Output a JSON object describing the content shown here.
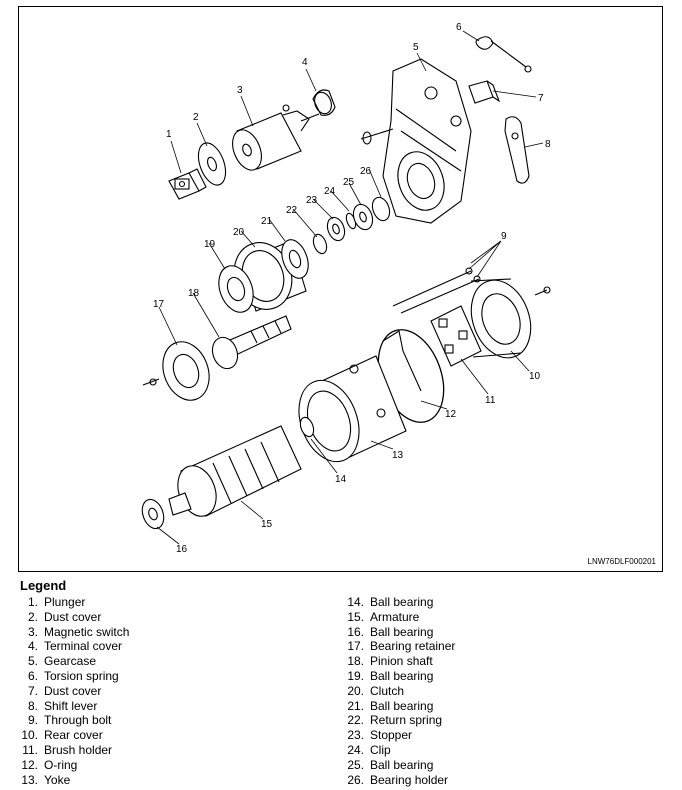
{
  "figure": {
    "reference_code": "LNW76DLF000201",
    "callouts": [
      "1",
      "2",
      "3",
      "4",
      "5",
      "6",
      "7",
      "8",
      "9",
      "10",
      "11",
      "12",
      "13",
      "14",
      "15",
      "16",
      "17",
      "18",
      "19",
      "20",
      "21",
      "22",
      "23",
      "24",
      "25",
      "26"
    ]
  },
  "legend": {
    "title": "Legend",
    "items": [
      {
        "num": "1.",
        "label": "Plunger"
      },
      {
        "num": "2.",
        "label": "Dust cover"
      },
      {
        "num": "3.",
        "label": "Magnetic switch"
      },
      {
        "num": "4.",
        "label": "Terminal cover"
      },
      {
        "num": "5.",
        "label": "Gearcase"
      },
      {
        "num": "6.",
        "label": "Torsion spring"
      },
      {
        "num": "7.",
        "label": "Dust cover"
      },
      {
        "num": "8.",
        "label": "Shift lever"
      },
      {
        "num": "9.",
        "label": "Through bolt"
      },
      {
        "num": "10.",
        "label": "Rear cover"
      },
      {
        "num": "11.",
        "label": "Brush holder"
      },
      {
        "num": "12.",
        "label": "O-ring"
      },
      {
        "num": "13.",
        "label": "Yoke"
      },
      {
        "num": "14.",
        "label": "Ball bearing"
      },
      {
        "num": "15.",
        "label": "Armature"
      },
      {
        "num": "16.",
        "label": "Ball bearing"
      },
      {
        "num": "17.",
        "label": "Bearing retainer"
      },
      {
        "num": "18.",
        "label": "Pinion shaft"
      },
      {
        "num": "19.",
        "label": "Ball bearing"
      },
      {
        "num": "20.",
        "label": "Clutch"
      },
      {
        "num": "21.",
        "label": "Ball bearing"
      },
      {
        "num": "22.",
        "label": "Return spring"
      },
      {
        "num": "23.",
        "label": "Stopper"
      },
      {
        "num": "24.",
        "label": "Clip"
      },
      {
        "num": "25.",
        "label": "Ball bearing"
      },
      {
        "num": "26.",
        "label": "Bearing holder"
      }
    ]
  }
}
